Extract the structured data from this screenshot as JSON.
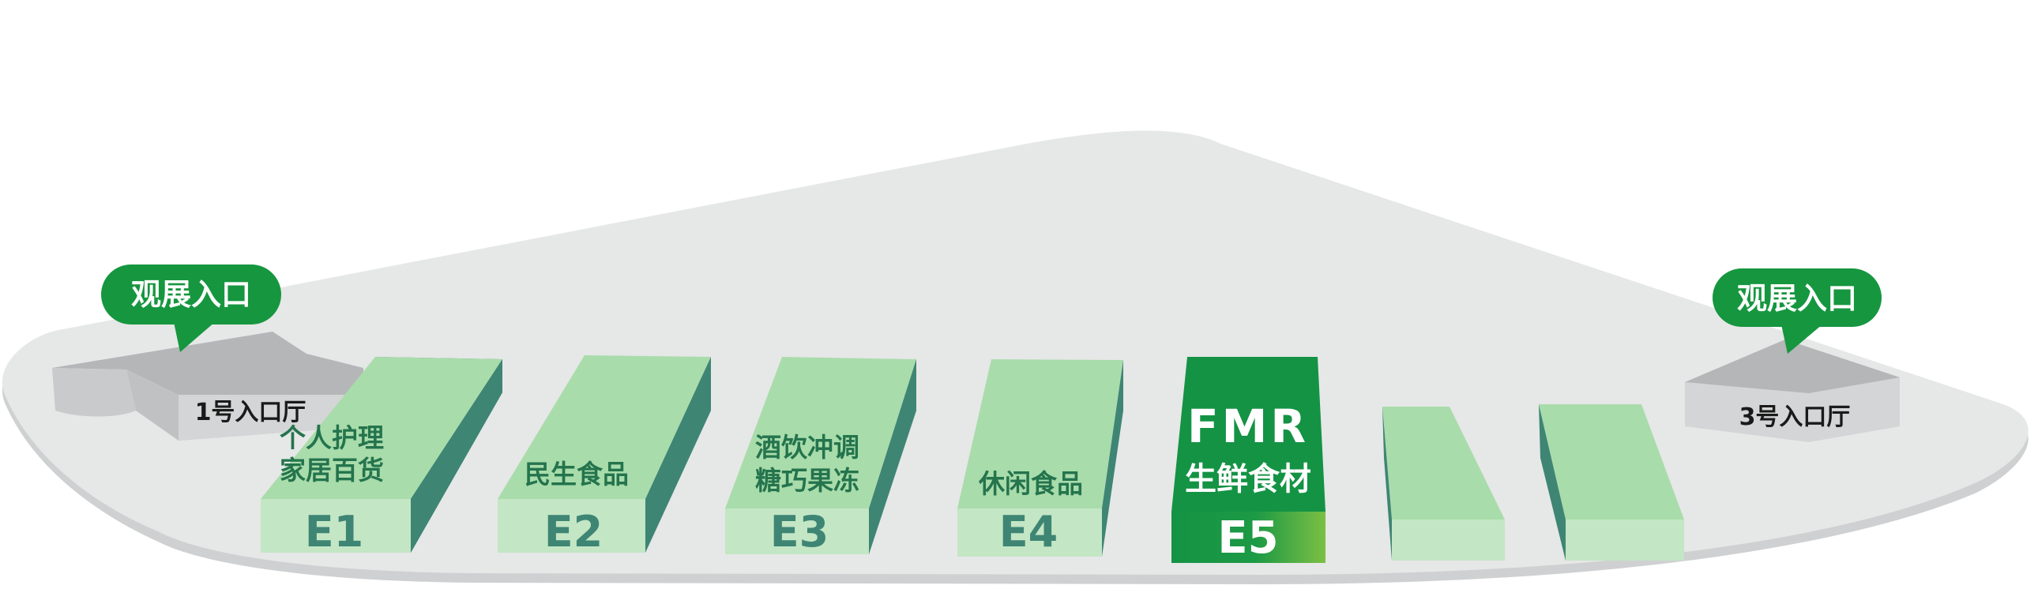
{
  "map": {
    "entrances": {
      "left_callout": "观展入口",
      "right_callout": "观展入口",
      "lobby_1": "1号入口厅",
      "lobby_3": "3号入口厅"
    },
    "halls": [
      {
        "code": "E1",
        "line1": "个人护理",
        "line2": "家居百货",
        "highlighted": false
      },
      {
        "code": "E2",
        "line1": "民生食品",
        "line2": "",
        "highlighted": false
      },
      {
        "code": "E3",
        "line1": "酒饮冲调",
        "line2": "糖巧果冻",
        "highlighted": false
      },
      {
        "code": "E4",
        "line1": "休闲食品",
        "line2": "",
        "highlighted": false
      },
      {
        "code": "E5",
        "brand": "FMR",
        "line1": "生鲜食材",
        "line2": "",
        "highlighted": true
      },
      {
        "code": "",
        "line1": "",
        "line2": "",
        "highlighted": false
      },
      {
        "code": "",
        "line1": "",
        "line2": "",
        "highlighted": false
      }
    ],
    "colors": {
      "hall_top": "#a9dcab",
      "hall_front": "#c3e6c4",
      "hall_side": "#3e8574",
      "hall_text": "#24744d",
      "code_text": "#3e8574",
      "highlight_dark": "#149344",
      "highlight_light": "#76bb42",
      "entrance_green": "#16963f",
      "ground": "#e6e7e7",
      "ground_shadow": "#cfd0d1",
      "lobby_top": "#b4b6b8",
      "lobby_front": "#d4d5d6"
    }
  }
}
